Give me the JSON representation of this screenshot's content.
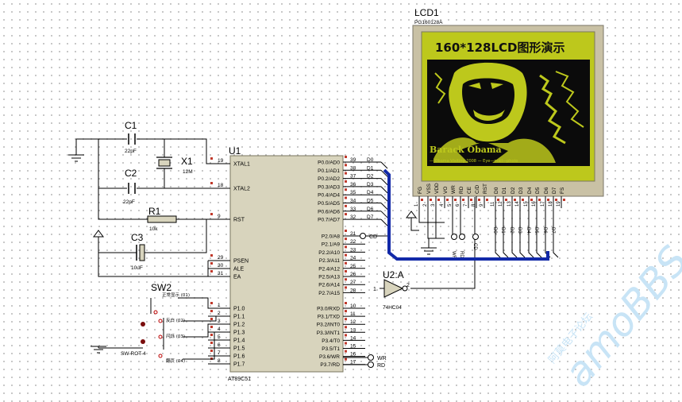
{
  "lcd": {
    "ref": "LCD1",
    "part": "PG160128A",
    "title": "160*128LCD图形演示",
    "caption": "Barack Obama",
    "subcaption": "— Obama Visiting 2008 — Eye—mail—photo",
    "pins": [
      "FG",
      "VSS",
      "VDD",
      "VO",
      "WR",
      "RD",
      "CE",
      "C/D",
      "RST",
      "D0",
      "D1",
      "D2",
      "D3",
      "D4",
      "D5",
      "D6",
      "D7",
      "FS"
    ],
    "pin_numbers": [
      "1",
      "2",
      "3",
      "4",
      "5",
      "6",
      "7",
      "8",
      "9",
      "11",
      "12",
      "13",
      "14",
      "15",
      "16",
      "17",
      "18",
      "19"
    ]
  },
  "mcu": {
    "ref": "U1",
    "part": "AT89C51",
    "left_pins": [
      {
        "num": "19",
        "label": "XTAL1"
      },
      {
        "num": "18",
        "label": "XTAL2"
      },
      {
        "num": "9",
        "label": "RST"
      },
      {
        "num": "29",
        "label": "PSEN"
      },
      {
        "num": "30",
        "label": "ALE"
      },
      {
        "num": "31",
        "label": "EA"
      },
      {
        "num": "1",
        "label": "P1.0"
      },
      {
        "num": "2",
        "label": "P1.1"
      },
      {
        "num": "3",
        "label": "P1.2"
      },
      {
        "num": "4",
        "label": "P1.3"
      },
      {
        "num": "5",
        "label": "P1.4"
      },
      {
        "num": "6",
        "label": "P1.5"
      },
      {
        "num": "7",
        "label": "P1.6"
      },
      {
        "num": "8",
        "label": "P1.7"
      }
    ],
    "right_pins": [
      {
        "num": "39",
        "label": "P0.0/AD0",
        "net": "D0"
      },
      {
        "num": "38",
        "label": "P0.1/AD1",
        "net": "D1"
      },
      {
        "num": "37",
        "label": "P0.2/AD2",
        "net": "D2"
      },
      {
        "num": "36",
        "label": "P0.3/AD3",
        "net": "D3"
      },
      {
        "num": "35",
        "label": "P0.4/AD4",
        "net": "D4"
      },
      {
        "num": "34",
        "label": "P0.5/AD5",
        "net": "D5"
      },
      {
        "num": "33",
        "label": "P0.6/AD6",
        "net": "D6"
      },
      {
        "num": "32",
        "label": "P0.7/AD7",
        "net": "D7"
      },
      {
        "num": "21",
        "label": "P2.0/A8",
        "net": "CD"
      },
      {
        "num": "22",
        "label": "P2.1/A9",
        "net": ""
      },
      {
        "num": "23",
        "label": "P2.2/A10",
        "net": ""
      },
      {
        "num": "24",
        "label": "P2.3/A11",
        "net": ""
      },
      {
        "num": "25",
        "label": "P2.4/A12",
        "net": ""
      },
      {
        "num": "26",
        "label": "P2.5/A13",
        "net": ""
      },
      {
        "num": "27",
        "label": "P2.6/A14",
        "net": ""
      },
      {
        "num": "28",
        "label": "P2.7/A15",
        "net": ""
      },
      {
        "num": "10",
        "label": "P3.0/RXD",
        "net": ""
      },
      {
        "num": "11",
        "label": "P3.1/TXD",
        "net": ""
      },
      {
        "num": "12",
        "label": "P3.2/INT0",
        "net": ""
      },
      {
        "num": "13",
        "label": "P3.3/INT1",
        "net": ""
      },
      {
        "num": "14",
        "label": "P3.4/T0",
        "net": ""
      },
      {
        "num": "15",
        "label": "P3.5/T1",
        "net": ""
      },
      {
        "num": "16",
        "label": "P3.6/WR",
        "net": "WR"
      },
      {
        "num": "17",
        "label": "P3.7/RD",
        "net": "RD"
      }
    ]
  },
  "components": {
    "c1": {
      "ref": "C1",
      "value": "22pF"
    },
    "c2": {
      "ref": "C2",
      "value": "22pF"
    },
    "x1": {
      "ref": "X1",
      "value": "12M"
    },
    "r1": {
      "ref": "R1",
      "value": "10k"
    },
    "c3": {
      "ref": "C3",
      "value": "10uF"
    },
    "sw2": {
      "ref": "SW2",
      "part": "SW-ROT-4",
      "positions": [
        "正常显示 (01)",
        "反白 (02)",
        "闪烁 (03)",
        "翻页 (04)"
      ]
    },
    "u2": {
      "ref": "U2:A",
      "part": "74HC04",
      "in_pin": "1",
      "out_pin": "2"
    }
  },
  "lcd_net_labels": {
    "wr": "WR",
    "rd": "RD",
    "cd": "CD",
    "data": [
      "D0",
      "D1",
      "D2",
      "D3",
      "D4",
      "D5",
      "D6",
      "D7"
    ]
  },
  "watermark": {
    "brand": "amoBBS",
    "cn": "阿莫电子论坛"
  }
}
